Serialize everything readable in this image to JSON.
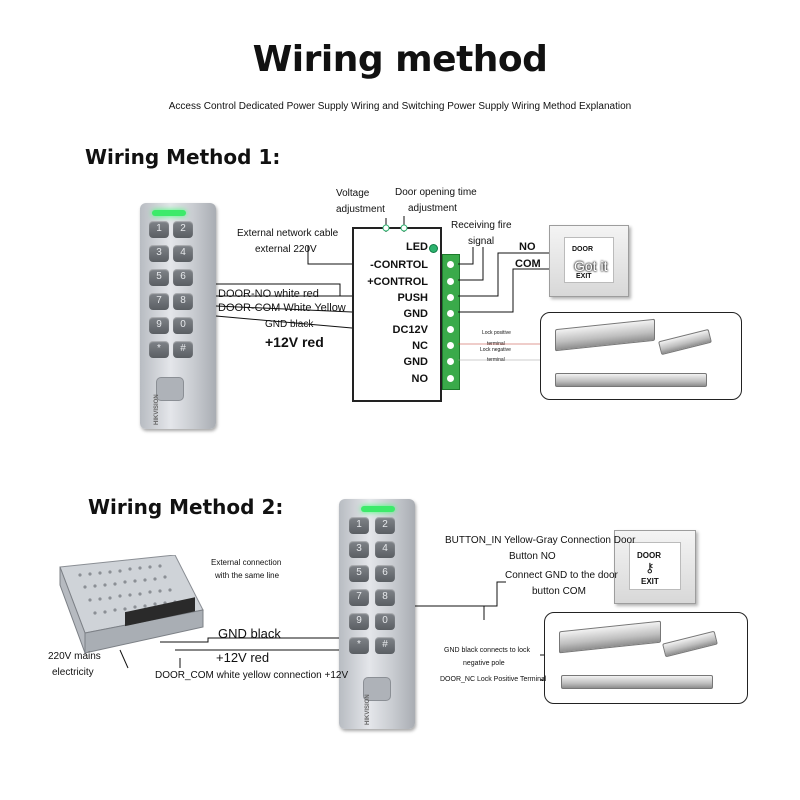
{
  "title": "Wiring method",
  "subtitle": "Access Control Dedicated Power Supply Wiring and Switching Power Supply Wiring Method Explanation",
  "method1": {
    "heading": "Wiring Method 1:",
    "voltage_adjust": [
      "Voltage",
      "adjustment"
    ],
    "door_time": [
      "Door opening time",
      "adjustment"
    ],
    "ext_network": [
      "External network cable",
      "external 220V"
    ],
    "fire_signal": [
      "Receiving fire",
      "signal"
    ],
    "no_label": "NO",
    "com_label": "COM",
    "door_no": "DOOR-NO white red",
    "door_com": "DOOR-COM White Yellow",
    "gnd_black": "GND black",
    "plus12": "+12V red",
    "lock_positive": "Lock positive",
    "terminal1": "terminal",
    "lock_negative": "Lock negative",
    "terminal2": "terminal",
    "controller_rows": [
      "LED",
      "-CONRTOL",
      "+CONTROL",
      "PUSH",
      "GND",
      "DC12V",
      "NC",
      "GND",
      "NO"
    ],
    "exit_button": {
      "top": "DOOR",
      "overlay": "Got it",
      "bottom": "EXIT"
    },
    "brand": "HIKVISION"
  },
  "method2": {
    "heading": "Wiring Method 2:",
    "ext_conn": [
      "External connection",
      "with the same line"
    ],
    "gnd_black": "GND black",
    "plus12": "+12V red",
    "mains": [
      "220V mains",
      "electricity"
    ],
    "door_com": "DOOR_COM white yellow connection +12V",
    "button_in": [
      "BUTTON_IN Yellow-Gray Connection Door",
      "Button NO"
    ],
    "connect_gnd": [
      "Connect GND to the door",
      "button COM"
    ],
    "gnd_lock": [
      "GND black connects to lock",
      "negative pole"
    ],
    "door_nc": "DOOR_NC Lock Positive Terminal",
    "exit_button": {
      "top": "DOOR",
      "bottom": "EXIT"
    },
    "brand": "HIKVISION"
  },
  "colors": {
    "terminal_green": "#3aaa4a",
    "led_green": "#3dea6a",
    "wire_red": "#c0392b"
  }
}
